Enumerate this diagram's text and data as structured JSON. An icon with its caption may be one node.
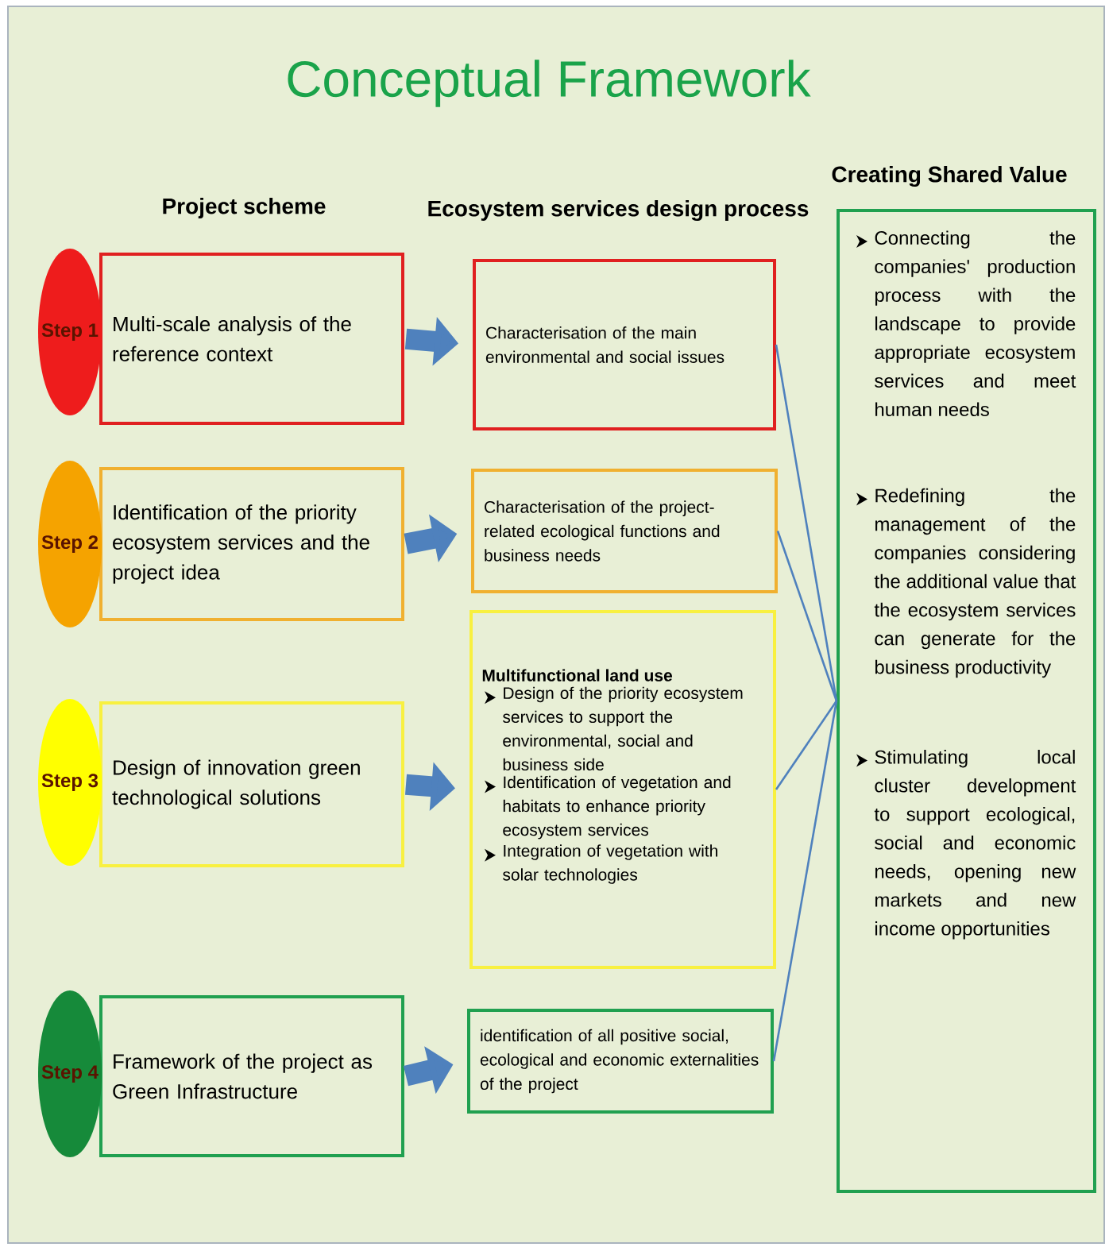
{
  "diagram": {
    "title": "Conceptual Framework",
    "nodes": [
      {
        "text": [
          "Step 1"
        ]
      },
      {
        "text": [
          "Step 2"
        ]
      },
      {
        "text": [
          "Step 3"
        ]
      },
      {
        "text": [
          "Step 4"
        ]
      },
      {
        "text": [
          "Multi-scale analysis of the reference context"
        ]
      },
      {
        "text": [
          "Identification of the priority ecosystem services and the project idea"
        ]
      },
      {
        "text": [
          "Design of innovation green technological solutions"
        ]
      },
      {
        "text": [
          "Framework of the project as Green Infrastructure"
        ]
      },
      {
        "text": [
          "Characterisation of the main environmental and social issues"
        ]
      },
      {
        "text": [
          "Characterisation of the project-related ecological functions and business needs"
        ]
      },
      {
        "text": [
          "Multifunctional land use",
          "Design of the priority ecosystem services to support the environmental, social and business side",
          "Identification of vegetation and habitats to enhance priority ecosystem services",
          "Integration of vegetation with solar technologies"
        ]
      },
      {
        "text": [
          "identification of all positive social, ecological and economic externalities of the project"
        ]
      },
      {
        "text": [
          "Creating Shared Value",
          "Connecting the companies' production process with the landscape to provide appropriate ecosystem services and meet human needs",
          "Redefining the management of the companies considering the additional value that the ecosystem services can generate for the business productivity",
          "Stimulating local cluster development to support ecological, social and economic needs, opening new markets and new income opportunities"
        ]
      }
    ],
    "edges": [
      {
        "from": 4,
        "to": 8,
        "arrow": "to",
        "style": "thick"
      },
      {
        "from": 5,
        "to": 9,
        "arrow": "to",
        "style": "thick"
      },
      {
        "from": 6,
        "to": 10,
        "arrow": "to",
        "style": "thick"
      },
      {
        "from": 7,
        "to": 11,
        "arrow": "to",
        "style": "thick"
      },
      {
        "from": 8,
        "to": 12,
        "arrow": "none"
      },
      {
        "from": 9,
        "to": 12,
        "arrow": "none"
      },
      {
        "from": 10,
        "to": 12,
        "arrow": "none"
      },
      {
        "from": 11,
        "to": 12,
        "arrow": "none"
      }
    ],
    "labels": [
      "Project scheme",
      "Ecosystem services design process"
    ]
  }
}
